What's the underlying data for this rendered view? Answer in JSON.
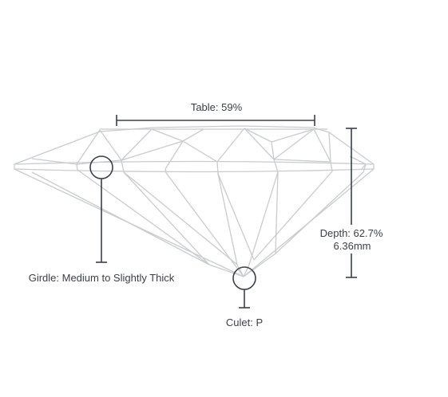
{
  "labels": {
    "table": "Table: 59%",
    "depth_percent": "Depth: 62.7%",
    "depth_mm": "6.36mm",
    "girdle": "Girdle: Medium to Slightly Thick",
    "culet": "Culet: P"
  },
  "colors": {
    "facet_lines": "#c9cbcf",
    "annotation_lines": "#3a4049",
    "text": "#3a3f47",
    "background": "#ffffff"
  }
}
